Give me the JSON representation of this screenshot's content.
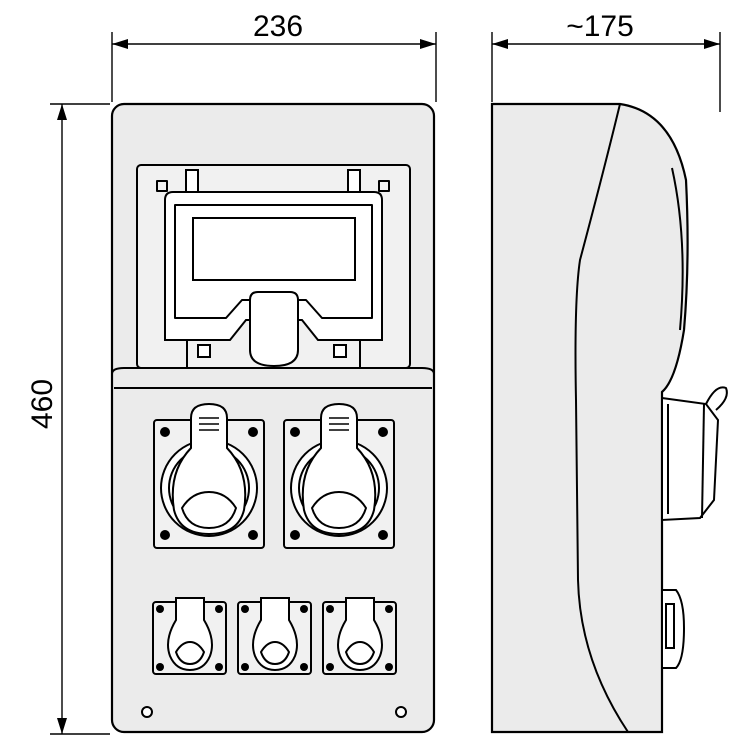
{
  "dimensions": {
    "width_label": "236",
    "depth_label": "~175",
    "height_label": "460"
  }
}
